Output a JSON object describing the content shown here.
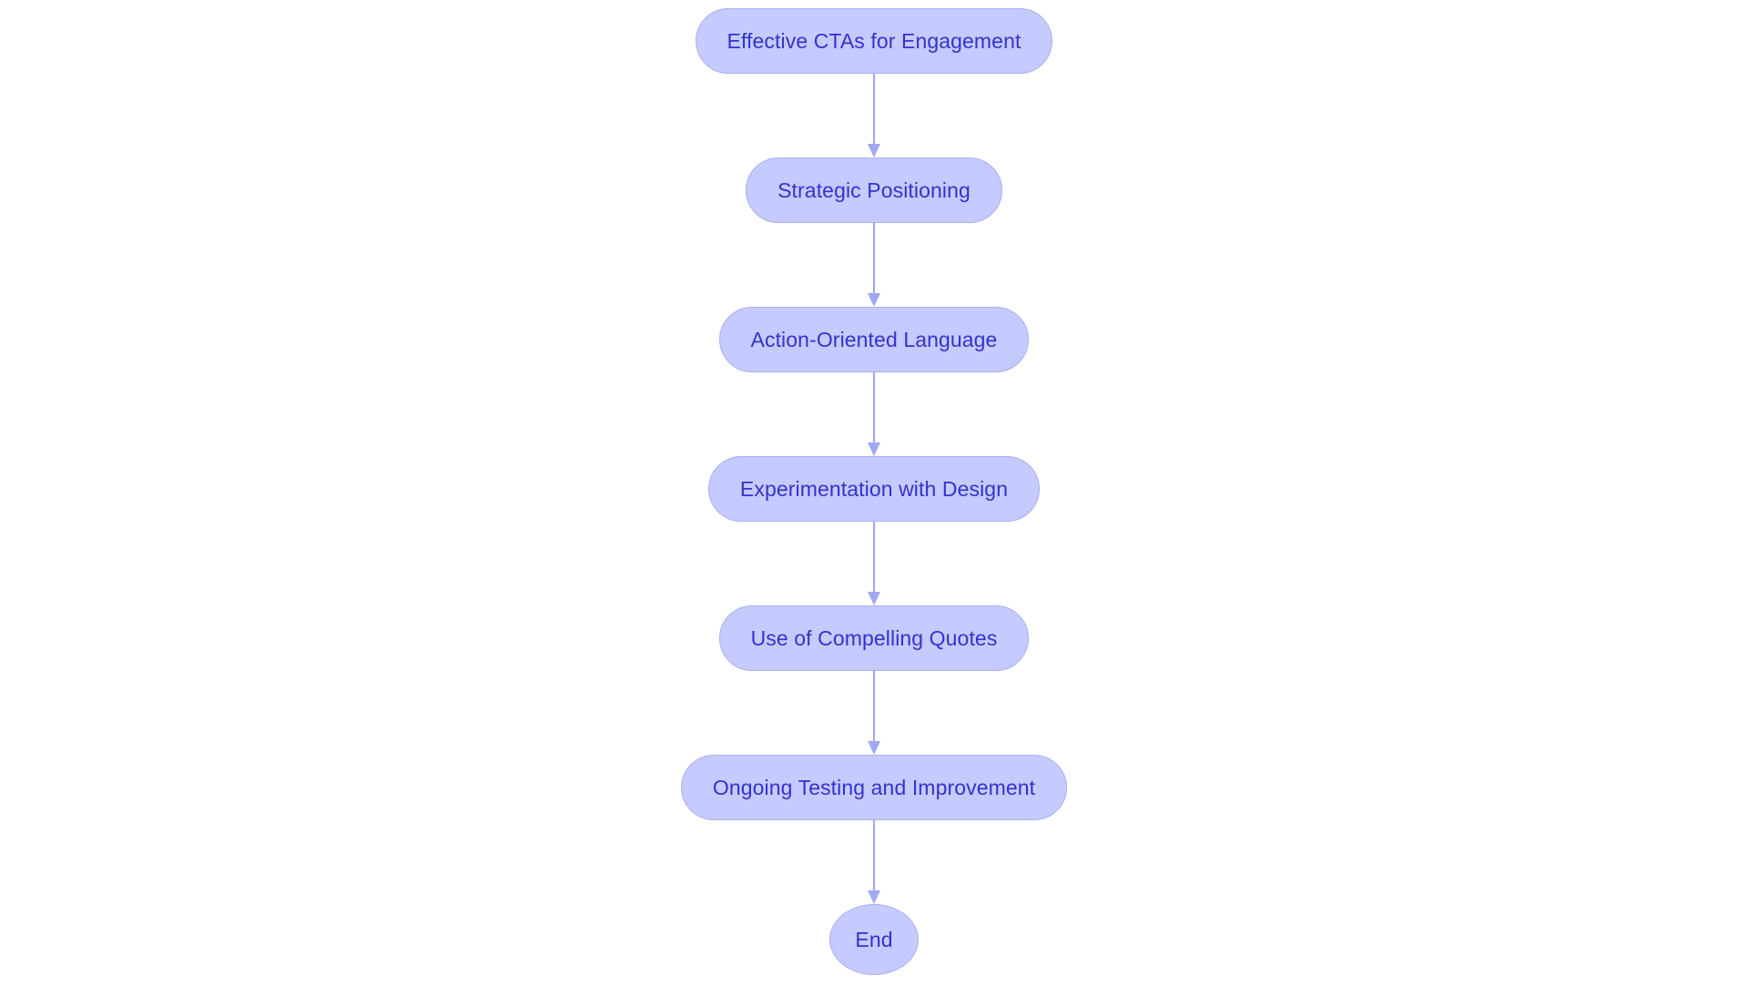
{
  "diagram": {
    "type": "flowchart",
    "orientation": "vertical",
    "background_color": "#ffffff",
    "node_fill_color": "#c5caff",
    "node_border_color": "#aab0f0",
    "node_text_color": "#3333cc",
    "connector_color": "#9fa8f0",
    "nodes": [
      {
        "id": "n1",
        "label": "Effective CTAs for Engagement",
        "shape": "pill"
      },
      {
        "id": "n2",
        "label": "Strategic Positioning",
        "shape": "pill"
      },
      {
        "id": "n3",
        "label": "Action-Oriented Language",
        "shape": "pill"
      },
      {
        "id": "n4",
        "label": "Experimentation with Design",
        "shape": "pill"
      },
      {
        "id": "n5",
        "label": "Use of Compelling Quotes",
        "shape": "pill"
      },
      {
        "id": "n6",
        "label": "Ongoing Testing and Improvement",
        "shape": "pill"
      },
      {
        "id": "n7",
        "label": "End",
        "shape": "ellipse"
      }
    ],
    "edges": [
      {
        "from": "n1",
        "to": "n2",
        "style": "arrow",
        "label": ""
      },
      {
        "from": "n2",
        "to": "n3",
        "style": "arrow",
        "label": ""
      },
      {
        "from": "n3",
        "to": "n4",
        "style": "arrow",
        "label": ""
      },
      {
        "from": "n4",
        "to": "n5",
        "style": "arrow",
        "label": ""
      },
      {
        "from": "n5",
        "to": "n6",
        "style": "arrow",
        "label": ""
      },
      {
        "from": "n6",
        "to": "n7",
        "style": "arrow",
        "label": ""
      }
    ]
  }
}
